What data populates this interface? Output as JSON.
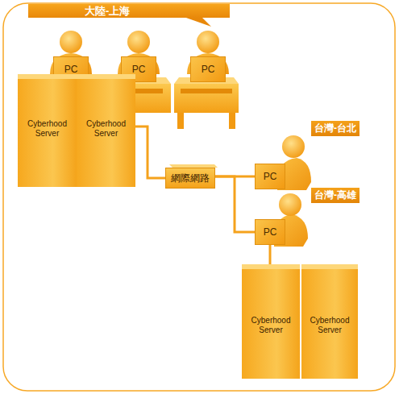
{
  "diagram": {
    "nodes": [
      {
        "text": [
          "大陸-上海"
        ]
      },
      {
        "text": [
          "PC"
        ]
      },
      {
        "text": [
          "PC"
        ]
      },
      {
        "text": [
          "PC"
        ]
      },
      {
        "text": [
          "Cyberhood Server"
        ]
      },
      {
        "text": [
          "Cyberhood Server"
        ]
      },
      {
        "text": [
          "網際網路"
        ]
      },
      {
        "text": [
          "台灣-台北"
        ]
      },
      {
        "text": [
          "PC"
        ]
      },
      {
        "text": [
          "台灣-高雄"
        ]
      },
      {
        "text": [
          "PC"
        ]
      },
      {
        "text": [
          "Cyberhood Server"
        ]
      },
      {
        "text": [
          "Cyberhood Server"
        ]
      }
    ],
    "edges": [
      {
        "from": 4,
        "to": 5,
        "arrow": "none"
      },
      {
        "from": 5,
        "to": 6,
        "arrow": "none"
      },
      {
        "from": 6,
        "to": 8,
        "arrow": "none"
      },
      {
        "from": 6,
        "to": 10,
        "arrow": "none"
      },
      {
        "from": 10,
        "to": 11,
        "arrow": "none"
      }
    ]
  }
}
